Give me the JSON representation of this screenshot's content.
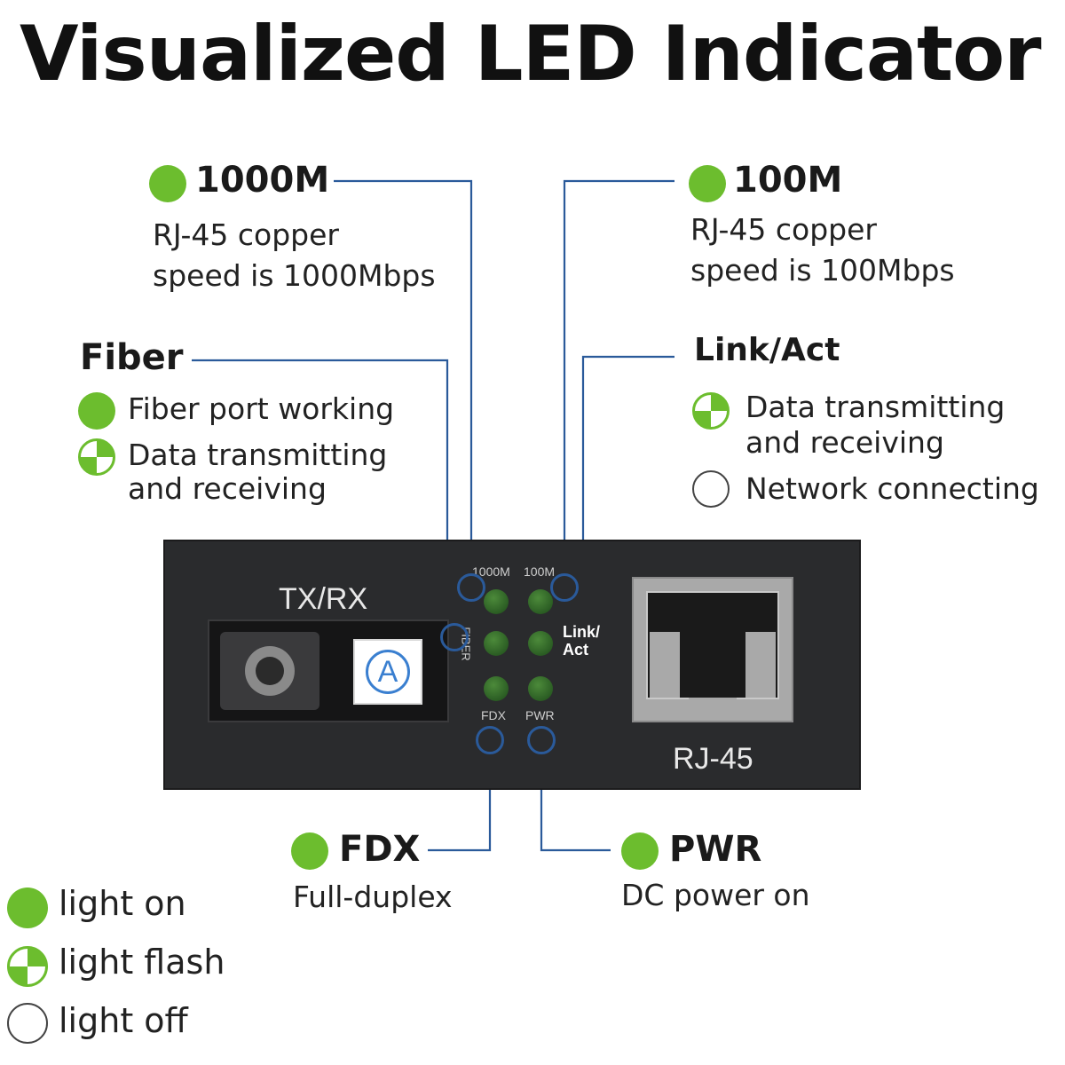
{
  "title": "Visualized LED Indicator",
  "callouts": {
    "m1000": {
      "label": "1000M",
      "desc_line1": "RJ-45 copper",
      "desc_line2": "speed is 1000Mbps",
      "state": "on"
    },
    "m100": {
      "label": "100M",
      "desc_line1": "RJ-45 copper",
      "desc_line2": "speed is 100Mbps",
      "state": "on"
    },
    "fiber": {
      "label": "Fiber",
      "item1": "Fiber port working",
      "item2_line1": "Data transmitting",
      "item2_line2": "and receiving"
    },
    "linkact": {
      "label": "Link/Act",
      "item1_line1": "Data transmitting",
      "item1_line2": "and receiving",
      "item2": "Network connecting"
    },
    "fdx": {
      "label": "FDX",
      "desc": "Full-duplex",
      "state": "on"
    },
    "pwr": {
      "label": "PWR",
      "desc": "DC power on",
      "state": "on"
    }
  },
  "device": {
    "port_label": "TX/RX",
    "badge": "A",
    "rj45_label": "RJ-45",
    "led_labels": {
      "m1000": "1000M",
      "m100": "100M",
      "fiber": "FIBER",
      "linkact_line1": "Link/",
      "linkact_line2": "Act",
      "fdx": "FDX",
      "pwr": "PWR"
    }
  },
  "legend": [
    {
      "state": "on",
      "label": "light on"
    },
    {
      "state": "flash",
      "label": "light flash"
    },
    {
      "state": "off",
      "label": "light off"
    }
  ],
  "colors": {
    "led_green": "#6cbd2e",
    "connector_blue": "#2a5a9a",
    "device_body": "#2a2b2d"
  }
}
